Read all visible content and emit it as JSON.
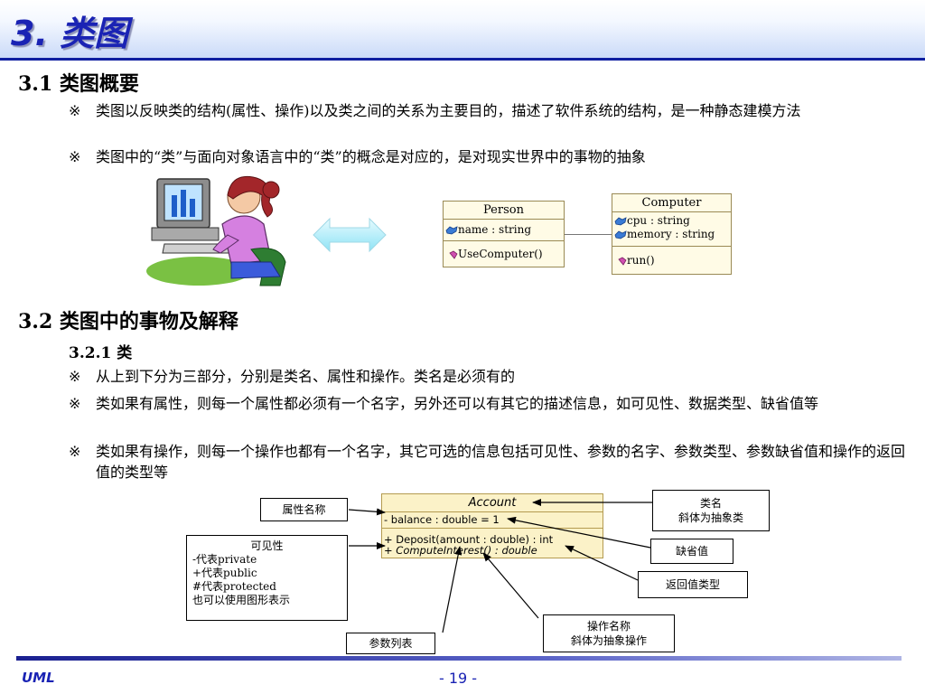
{
  "slide_title": "3. 类图",
  "section1": {
    "heading": "3.1 类图概要",
    "bullet_mark": "※",
    "bullets": [
      "类图以反映类的结构(属性、操作)以及类之间的关系为主要目的，描述了软件系统的结构，是一种静态建模方法",
      "类图中的“类”与面向对象语言中的“类”的概念是对应的，是对现实世界中的事物的抽象"
    ]
  },
  "person_class": {
    "name": "Person",
    "attribute": "name : string",
    "operation": "UseComputer()"
  },
  "computer_class": {
    "name": "Computer",
    "attributes": [
      "cpu : string",
      "memory : string"
    ],
    "operation": "run()"
  },
  "section2": {
    "heading": "3.2 类图中的事物及解释",
    "sub_heading": "3.2.1 类",
    "bullets": [
      "从上到下分为三部分，分别是类名、属性和操作。类名是必须有的",
      "类如果有属性，则每一个属性都必须有一个名字，另外还可以有其它的描述信息，如可见性、数据类型、缺省值等",
      "类如果有操作，则每一个操作也都有一个名字，其它可选的信息包括可见性、参数的名字、参数类型、参数缺省值和操作的返回值的类型等"
    ]
  },
  "account_class": {
    "name": "Account",
    "attribute": "- balance : double = 1",
    "operations": [
      "+ Deposit(amount : double) : int",
      "+ ComputeInterest() : double"
    ]
  },
  "callouts": {
    "attr_name": "属性名称",
    "visibility_title": "可见性",
    "visibility_lines": [
      "-代表private",
      "+代表public",
      "#代表protected",
      "也可以使用图形表示"
    ],
    "param_list": "参数列表",
    "class_name": "类名",
    "class_name_note": "斜体为抽象类",
    "default_value": "缺省值",
    "return_type": "返回值类型",
    "op_name": "操作名称",
    "op_name_note": "斜体为抽象操作"
  },
  "footer": {
    "left": "UML",
    "page": "- 19 -"
  },
  "colors": {
    "title_blue": "#1a23b4",
    "uml_fill": "#fffbe6",
    "account_fill": "#fbf2c8"
  }
}
